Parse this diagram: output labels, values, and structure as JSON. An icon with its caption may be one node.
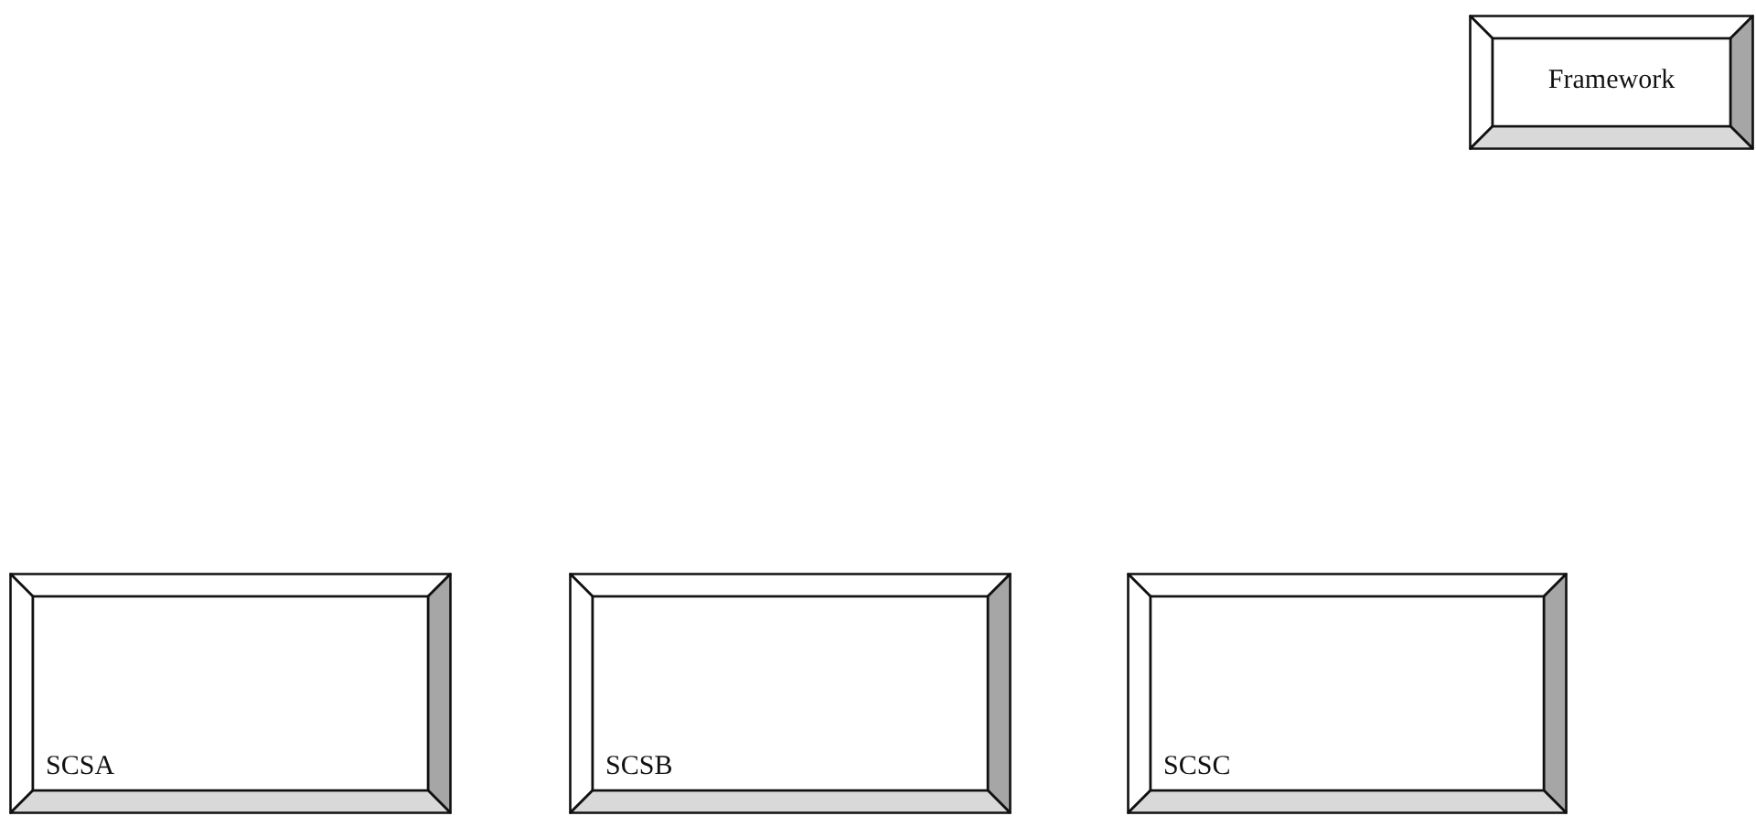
{
  "diagram": {
    "nodes": [
      {
        "text": [
          "Framework"
        ]
      },
      {
        "text": [
          "SCSA"
        ]
      },
      {
        "text": [
          "SCSB"
        ]
      },
      {
        "text": [
          "SCSC"
        ]
      }
    ]
  }
}
